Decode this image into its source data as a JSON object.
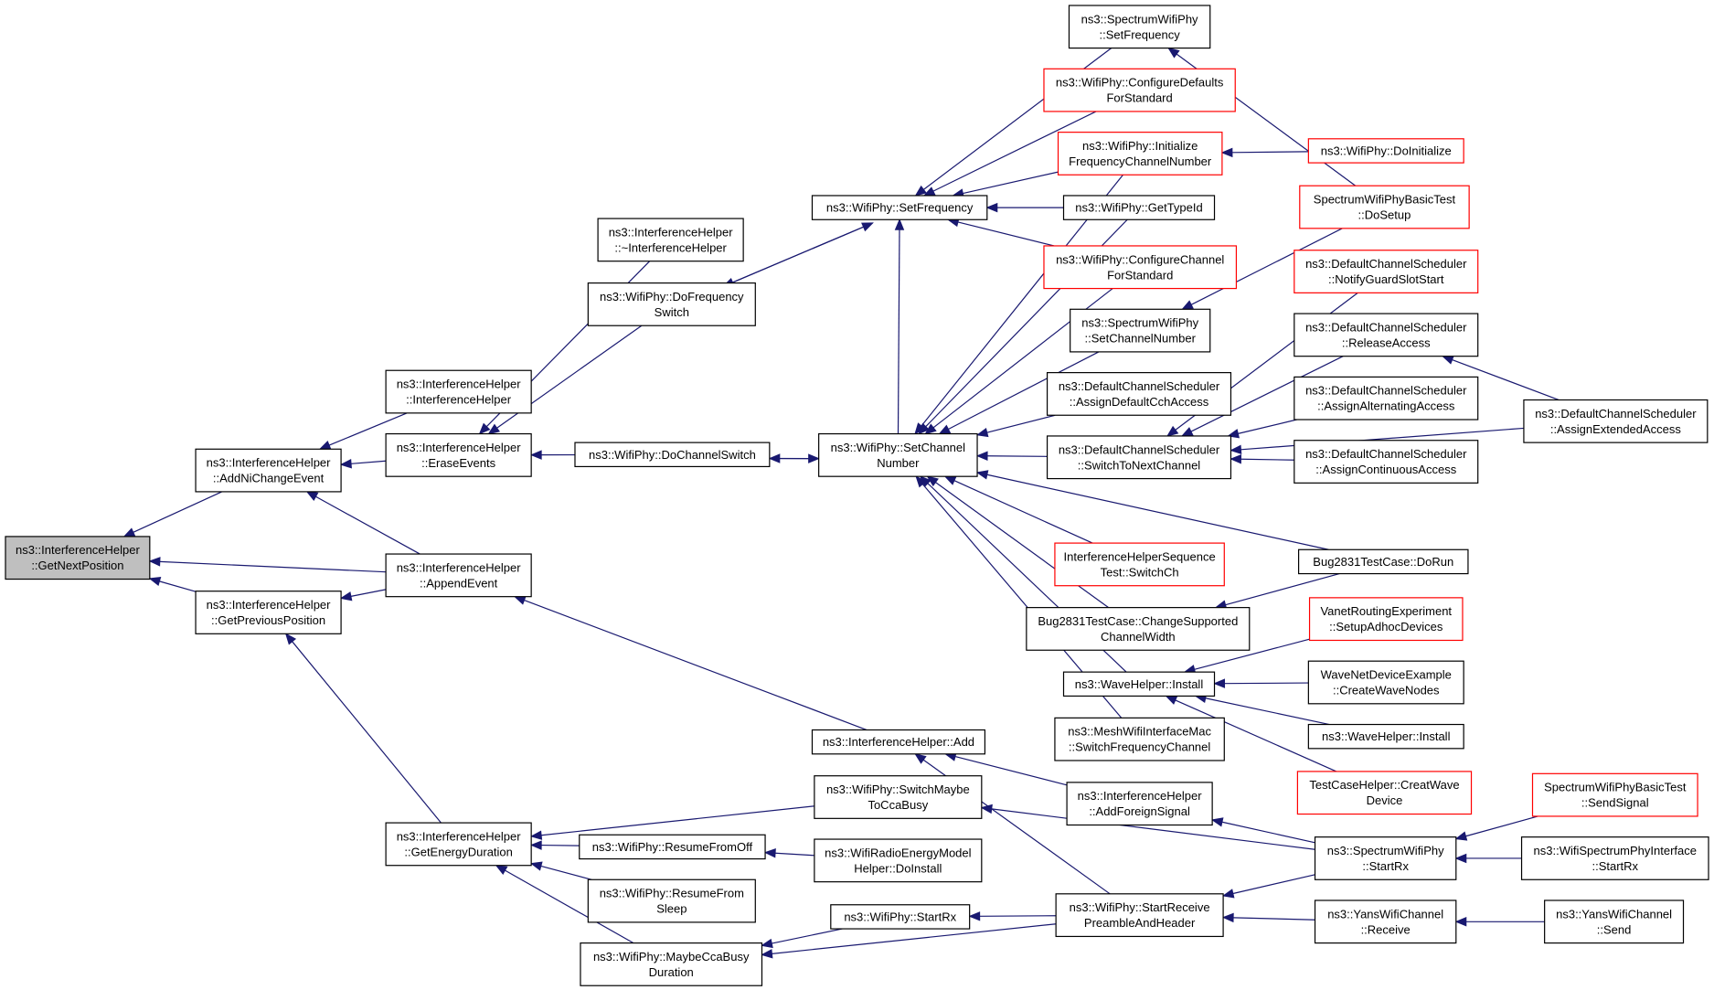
{
  "diagram": {
    "type": "doxygen-caller-graph",
    "colors": {
      "edge": "#191970",
      "node_border": "#000000",
      "node_border_truncated": "#ff0000",
      "focus_fill": "#bfbfbf",
      "background": "#ffffff"
    },
    "nodes": [
      {
        "id": "n0",
        "lines": [
          "ns3::InterferenceHelper",
          "::GetNextPosition"
        ],
        "style": "focus"
      },
      {
        "id": "n1",
        "lines": [
          "ns3::InterferenceHelper",
          "::AddNiChangeEvent"
        ],
        "style": "normal"
      },
      {
        "id": "n2",
        "lines": [
          "ns3::InterferenceHelper",
          "::GetPreviousPosition"
        ],
        "style": "normal"
      },
      {
        "id": "n3",
        "lines": [
          "ns3::InterferenceHelper",
          "::InterferenceHelper"
        ],
        "style": "normal"
      },
      {
        "id": "n4",
        "lines": [
          "ns3::InterferenceHelper",
          "::EraseEvents"
        ],
        "style": "normal"
      },
      {
        "id": "n5",
        "lines": [
          "ns3::InterferenceHelper",
          "::AppendEvent"
        ],
        "style": "normal"
      },
      {
        "id": "n6",
        "lines": [
          "ns3::InterferenceHelper",
          "::GetEnergyDuration"
        ],
        "style": "normal"
      },
      {
        "id": "n7",
        "lines": [
          "ns3::InterferenceHelper",
          "::~InterferenceHelper"
        ],
        "style": "normal"
      },
      {
        "id": "n8",
        "lines": [
          "ns3::WifiPhy::DoFrequency",
          "Switch"
        ],
        "style": "normal"
      },
      {
        "id": "n9",
        "lines": [
          "ns3::WifiPhy::DoChannelSwitch"
        ],
        "style": "normal"
      },
      {
        "id": "n10",
        "lines": [
          "ns3::WifiPhy::ResumeFromOff"
        ],
        "style": "normal"
      },
      {
        "id": "n11",
        "lines": [
          "ns3::WifiPhy::ResumeFrom",
          "Sleep"
        ],
        "style": "normal"
      },
      {
        "id": "n12",
        "lines": [
          "ns3::WifiPhy::MaybeCcaBusy",
          "Duration"
        ],
        "style": "normal"
      },
      {
        "id": "n13",
        "lines": [
          "ns3::WifiPhy::SetFrequency"
        ],
        "style": "normal"
      },
      {
        "id": "n14",
        "lines": [
          "ns3::WifiPhy::SetChannel",
          "Number"
        ],
        "style": "normal"
      },
      {
        "id": "n15",
        "lines": [
          "ns3::InterferenceHelper::Add"
        ],
        "style": "normal"
      },
      {
        "id": "n16",
        "lines": [
          "ns3::WifiPhy::SwitchMaybe",
          "ToCcaBusy"
        ],
        "style": "normal"
      },
      {
        "id": "n17",
        "lines": [
          "ns3::WifiRadioEnergyModel",
          "Helper::DoInstall"
        ],
        "style": "normal"
      },
      {
        "id": "n18",
        "lines": [
          "ns3::WifiPhy::StartRx"
        ],
        "style": "normal"
      },
      {
        "id": "n19",
        "lines": [
          "ns3::SpectrumWifiPhy",
          "::SetFrequency"
        ],
        "style": "normal"
      },
      {
        "id": "n20",
        "lines": [
          "ns3::WifiPhy::ConfigureDefaults",
          "ForStandard"
        ],
        "style": "red"
      },
      {
        "id": "n21",
        "lines": [
          "ns3::WifiPhy::Initialize",
          "FrequencyChannelNumber"
        ],
        "style": "red"
      },
      {
        "id": "n22",
        "lines": [
          "ns3::WifiPhy::GetTypeId"
        ],
        "style": "normal"
      },
      {
        "id": "n23",
        "lines": [
          "ns3::WifiPhy::ConfigureChannel",
          "ForStandard"
        ],
        "style": "red"
      },
      {
        "id": "n24",
        "lines": [
          "ns3::SpectrumWifiPhy",
          "::SetChannelNumber"
        ],
        "style": "normal"
      },
      {
        "id": "n25",
        "lines": [
          "ns3::DefaultChannelScheduler",
          "::AssignDefaultCchAccess"
        ],
        "style": "normal"
      },
      {
        "id": "n26",
        "lines": [
          "ns3::DefaultChannelScheduler",
          "::SwitchToNextChannel"
        ],
        "style": "normal"
      },
      {
        "id": "n27",
        "lines": [
          "InterferenceHelperSequence",
          "Test::SwitchCh"
        ],
        "style": "red"
      },
      {
        "id": "n28",
        "lines": [
          "Bug2831TestCase::ChangeSupported",
          "ChannelWidth"
        ],
        "style": "normal"
      },
      {
        "id": "n29",
        "lines": [
          "ns3::WaveHelper::Install"
        ],
        "style": "normal"
      },
      {
        "id": "n30",
        "lines": [
          "ns3::MeshWifiInterfaceMac",
          "::SwitchFrequencyChannel"
        ],
        "style": "normal"
      },
      {
        "id": "n31",
        "lines": [
          "ns3::InterferenceHelper",
          "::AddForeignSignal"
        ],
        "style": "normal"
      },
      {
        "id": "n32",
        "lines": [
          "ns3::WifiPhy::StartReceive",
          "PreambleAndHeader"
        ],
        "style": "normal"
      },
      {
        "id": "n33",
        "lines": [
          "ns3::WifiPhy::DoInitialize"
        ],
        "style": "red"
      },
      {
        "id": "n34",
        "lines": [
          "SpectrumWifiPhyBasicTest",
          "::DoSetup"
        ],
        "style": "red"
      },
      {
        "id": "n35",
        "lines": [
          "ns3::DefaultChannelScheduler",
          "::NotifyGuardSlotStart"
        ],
        "style": "red"
      },
      {
        "id": "n36",
        "lines": [
          "ns3::DefaultChannelScheduler",
          "::ReleaseAccess"
        ],
        "style": "normal"
      },
      {
        "id": "n37",
        "lines": [
          "ns3::DefaultChannelScheduler",
          "::AssignAlternatingAccess"
        ],
        "style": "normal"
      },
      {
        "id": "n38",
        "lines": [
          "ns3::DefaultChannelScheduler",
          "::AssignContinuousAccess"
        ],
        "style": "normal"
      },
      {
        "id": "n39",
        "lines": [
          "Bug2831TestCase::DoRun"
        ],
        "style": "normal"
      },
      {
        "id": "n40",
        "lines": [
          "VanetRoutingExperiment",
          "::SetupAdhocDevices"
        ],
        "style": "red"
      },
      {
        "id": "n41",
        "lines": [
          "WaveNetDeviceExample",
          "::CreateWaveNodes"
        ],
        "style": "normal"
      },
      {
        "id": "n42",
        "lines": [
          "ns3::WaveHelper::Install"
        ],
        "style": "normal"
      },
      {
        "id": "n43",
        "lines": [
          "TestCaseHelper::CreatWave",
          "Device"
        ],
        "style": "red"
      },
      {
        "id": "n44",
        "lines": [
          "ns3::SpectrumWifiPhy",
          "::StartRx"
        ],
        "style": "normal"
      },
      {
        "id": "n45",
        "lines": [
          "ns3::YansWifiChannel",
          "::Receive"
        ],
        "style": "normal"
      },
      {
        "id": "n46",
        "lines": [
          "ns3::DefaultChannelScheduler",
          "::AssignExtendedAccess"
        ],
        "style": "normal"
      },
      {
        "id": "n47",
        "lines": [
          "SpectrumWifiPhyBasicTest",
          "::SendSignal"
        ],
        "style": "red"
      },
      {
        "id": "n48",
        "lines": [
          "ns3::WifiSpectrumPhyInterface",
          "::StartRx"
        ],
        "style": "normal"
      },
      {
        "id": "n49",
        "lines": [
          "ns3::YansWifiChannel",
          "::Send"
        ],
        "style": "normal"
      }
    ],
    "edges": [
      {
        "from": "n1",
        "to": "n0"
      },
      {
        "from": "n5",
        "to": "n0"
      },
      {
        "from": "n2",
        "to": "n0"
      },
      {
        "from": "n3",
        "to": "n1"
      },
      {
        "from": "n4",
        "to": "n1"
      },
      {
        "from": "n5",
        "to": "n1"
      },
      {
        "from": "n5",
        "to": "n2"
      },
      {
        "from": "n6",
        "to": "n2"
      },
      {
        "from": "n7",
        "to": "n4"
      },
      {
        "from": "n8",
        "to": "n4"
      },
      {
        "from": "n9",
        "to": "n4"
      },
      {
        "from": "n8",
        "to": "n13"
      },
      {
        "from": "n13",
        "to": "n8"
      },
      {
        "from": "n9",
        "to": "n14"
      },
      {
        "from": "n14",
        "to": "n9"
      },
      {
        "from": "n15",
        "to": "n5"
      },
      {
        "from": "n16",
        "to": "n6"
      },
      {
        "from": "n10",
        "to": "n6"
      },
      {
        "from": "n11",
        "to": "n6"
      },
      {
        "from": "n12",
        "to": "n6"
      },
      {
        "from": "n17",
        "to": "n10"
      },
      {
        "from": "n18",
        "to": "n12"
      },
      {
        "from": "n32",
        "to": "n12"
      },
      {
        "from": "n19",
        "to": "n13"
      },
      {
        "from": "n20",
        "to": "n13"
      },
      {
        "from": "n21",
        "to": "n13"
      },
      {
        "from": "n22",
        "to": "n13"
      },
      {
        "from": "n23",
        "to": "n13"
      },
      {
        "from": "n14",
        "to": "n13"
      },
      {
        "from": "n21",
        "to": "n14"
      },
      {
        "from": "n22",
        "to": "n14"
      },
      {
        "from": "n23",
        "to": "n14"
      },
      {
        "from": "n24",
        "to": "n14"
      },
      {
        "from": "n25",
        "to": "n14"
      },
      {
        "from": "n26",
        "to": "n14"
      },
      {
        "from": "n27",
        "to": "n14"
      },
      {
        "from": "n28",
        "to": "n14"
      },
      {
        "from": "n29",
        "to": "n14"
      },
      {
        "from": "n30",
        "to": "n14"
      },
      {
        "from": "n39",
        "to": "n14"
      },
      {
        "from": "n31",
        "to": "n15"
      },
      {
        "from": "n32",
        "to": "n15"
      },
      {
        "from": "n44",
        "to": "n16"
      },
      {
        "from": "n32",
        "to": "n18"
      },
      {
        "from": "n34",
        "to": "n19"
      },
      {
        "from": "n33",
        "to": "n21"
      },
      {
        "from": "n34",
        "to": "n24"
      },
      {
        "from": "n35",
        "to": "n26"
      },
      {
        "from": "n36",
        "to": "n26"
      },
      {
        "from": "n37",
        "to": "n26"
      },
      {
        "from": "n38",
        "to": "n26"
      },
      {
        "from": "n46",
        "to": "n26"
      },
      {
        "from": "n39",
        "to": "n28"
      },
      {
        "from": "n40",
        "to": "n29"
      },
      {
        "from": "n41",
        "to": "n29"
      },
      {
        "from": "n42",
        "to": "n29"
      },
      {
        "from": "n43",
        "to": "n29"
      },
      {
        "from": "n44",
        "to": "n31"
      },
      {
        "from": "n44",
        "to": "n32"
      },
      {
        "from": "n45",
        "to": "n32"
      },
      {
        "from": "n46",
        "to": "n36"
      },
      {
        "from": "n47",
        "to": "n44"
      },
      {
        "from": "n48",
        "to": "n44"
      },
      {
        "from": "n49",
        "to": "n45"
      }
    ]
  }
}
